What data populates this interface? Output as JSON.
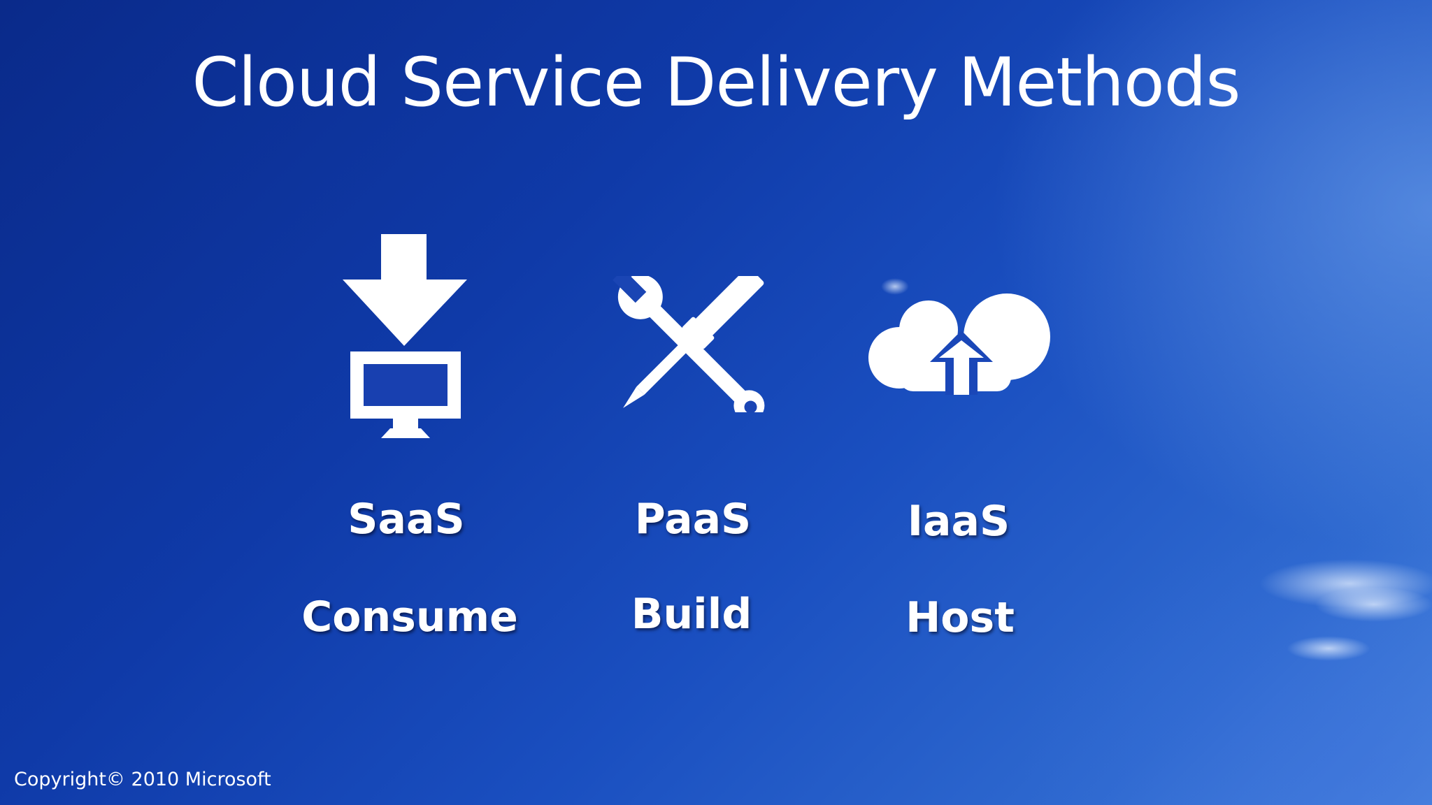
{
  "title": "Cloud Service Delivery Methods",
  "columns": [
    {
      "icon": "download-to-monitor-icon",
      "model": "SaaS",
      "action": "Consume"
    },
    {
      "icon": "wrench-screwdriver-icon",
      "model": "PaaS",
      "action": "Build"
    },
    {
      "icon": "cloud-upload-icon",
      "model": "IaaS",
      "action": "Host"
    }
  ],
  "footer": {
    "copyright": "Copyright© 2010 Microsoft"
  },
  "colors": {
    "background_dark": "#0a2a8a",
    "background_light": "#4a86de",
    "foreground": "#ffffff"
  }
}
